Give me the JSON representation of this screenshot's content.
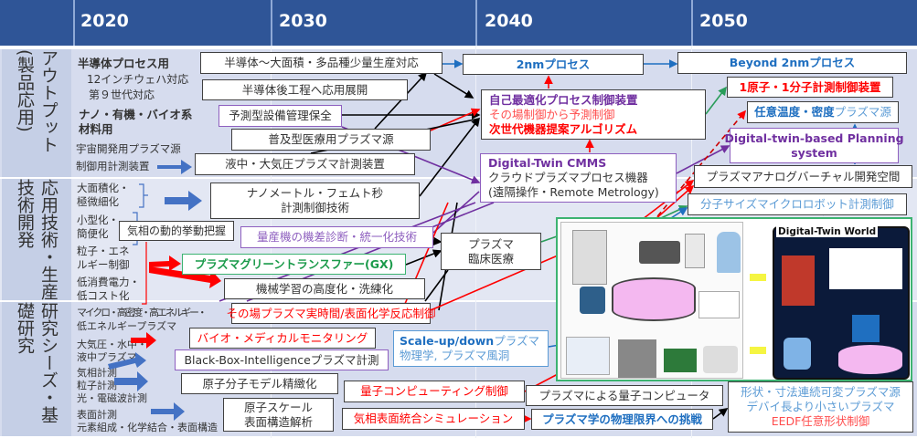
{
  "years": [
    "2020",
    "2030",
    "2040",
    "2050"
  ],
  "rows": [
    {
      "label": "アウトプット(製品応用)"
    },
    {
      "label": "応用技術・生産技術開発"
    },
    {
      "label": "研究シーズ・基礎研究"
    }
  ],
  "left": {
    "r1": [
      "半導体プロセス用",
      "12インチウェハ対応",
      "第９世代対応",
      "ナノ・有機・バイオ系",
      "材料用",
      "宇宙開発用プラズマ源",
      "制御用計測装置"
    ],
    "r2": [
      "大面積化・",
      "極微細化",
      "小型化・",
      "簡便化",
      "粒子・エネ",
      "ルギー制御",
      "低消費電力・",
      "低コスト化"
    ],
    "r3": [
      "マイクロ・高密度・高エネルギー・",
      "低エネルギープラズマ",
      "大気圧・水中・",
      "液中プラズマ",
      "気相計測",
      "粒子計測",
      "光・電磁波計測",
      "表面計測",
      "元素組成・化学結合・表面構造"
    ]
  },
  "boxes": {
    "b1": "半導体〜大面積・多品種少量生産対応",
    "b2": "半導体後工程へ応用展開",
    "b3": "予測型設備管理保全",
    "b4": "普及型医療用プラズマ源",
    "b5": "液中・大気圧プラズマ計測装置",
    "b6": "2nmプロセス",
    "b7": "Beyond 2nmプロセス",
    "b8": [
      "自己最適化プロセス制御装置",
      "その場制御から予測制御",
      "次世代機器提案アルゴリズム"
    ],
    "b9": "1原子・1分子計測制御装置",
    "b10": [
      "任意温度・密度",
      "プラズマ源"
    ],
    "b11": [
      "Digital-twin-based Planning",
      "system"
    ],
    "b12": [
      "Digital-Twin CMMS",
      "クラウドプラズマプロセス機器",
      "(遠隔操作・Remote Metrology)"
    ],
    "b13": "プラズマアナログバーチャル開発空間",
    "b14": "分子サイズマイクロロボット計測制御",
    "b15": [
      "ナノメートル・フェムト秒",
      "計測制御技術"
    ],
    "b16": "気相の動的挙動把握",
    "b17": "量産機の機差診断・統一化技術",
    "b18": "プラズマグリーントランスファー(GX)",
    "b19": "機械学習の高度化・洗練化",
    "b20": [
      "プラズマ",
      "臨床医療"
    ],
    "b21": "その場プラズマ実時間/表面化学反応制御",
    "b22": "バイオ・メディカルモニタリング",
    "b23": "Black-Box-Intelligenceプラズマ計測",
    "b24": "原子分子モデル精緻化",
    "b25": [
      "原子スケール",
      "表面構造解析"
    ],
    "b26": [
      "Scale-up/down",
      "プラズマ",
      "物理学, プラズマ風洞"
    ],
    "b27": "量子コンピューティング制御",
    "b28": "気相表面統合シミュレーション",
    "b29": "プラズマによる量子コンピュータ",
    "b30": "プラズマ学の物理限界への挑戦",
    "b31": [
      "形状・寸法連続可変プラズマ源",
      "デバイ長より小さいプラズマ",
      "EEDF任意形状制御"
    ]
  },
  "illustration": {
    "title": "Digital-Twin World"
  },
  "colors": {
    "header": "#2f5597",
    "red": "#ff0000",
    "purple": "#7030a0",
    "blue": "#1f6fc0",
    "green": "#3cb371"
  }
}
